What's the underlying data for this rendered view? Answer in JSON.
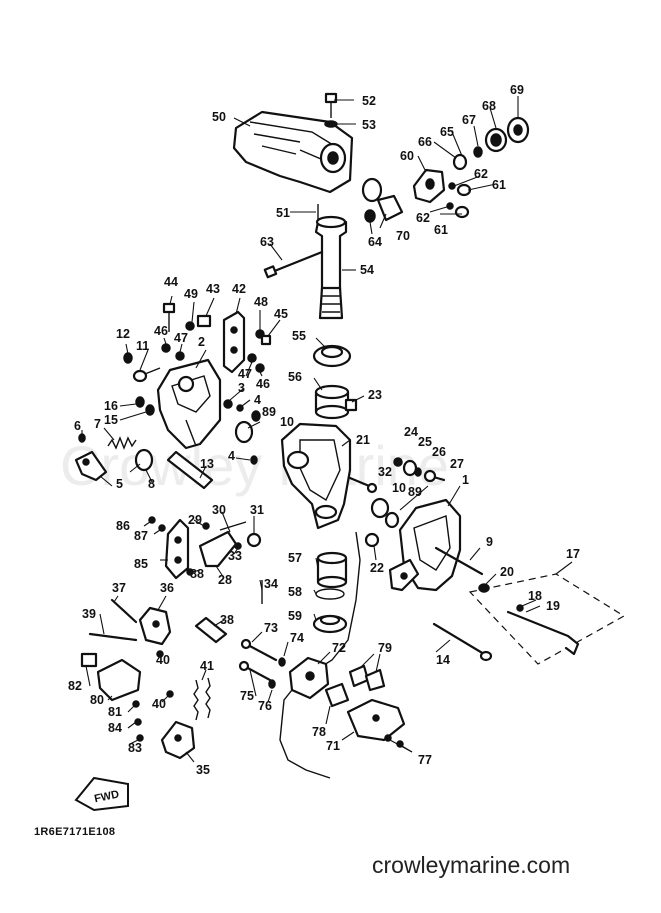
{
  "watermark": "Crowley Marine",
  "catalog_number": "1R6E7171E108",
  "site": "crowleymarine.com",
  "direction_badge": "FWD",
  "callouts": [
    "52",
    "53",
    "69",
    "50",
    "68",
    "67",
    "65",
    "66",
    "60",
    "62",
    "61",
    "62",
    "61",
    "51",
    "70",
    "64",
    "63",
    "54",
    "44",
    "43",
    "42",
    "49",
    "48",
    "45",
    "12",
    "46",
    "47",
    "11",
    "2",
    "55",
    "47",
    "46",
    "56",
    "23",
    "3",
    "4",
    "89",
    "16",
    "15",
    "6",
    "7",
    "10",
    "5",
    "13",
    "4",
    "21",
    "24",
    "25",
    "26",
    "27",
    "8",
    "32",
    "10",
    "89",
    "1",
    "31",
    "30",
    "29",
    "86",
    "87",
    "33",
    "85",
    "88",
    "28",
    "9",
    "22",
    "57",
    "17",
    "20",
    "18",
    "19",
    "34",
    "58",
    "37",
    "36",
    "39",
    "38",
    "59",
    "73",
    "74",
    "72",
    "79",
    "40",
    "82",
    "14",
    "80",
    "41",
    "75",
    "76",
    "81",
    "40",
    "84",
    "78",
    "83",
    "71",
    "77",
    "35"
  ]
}
